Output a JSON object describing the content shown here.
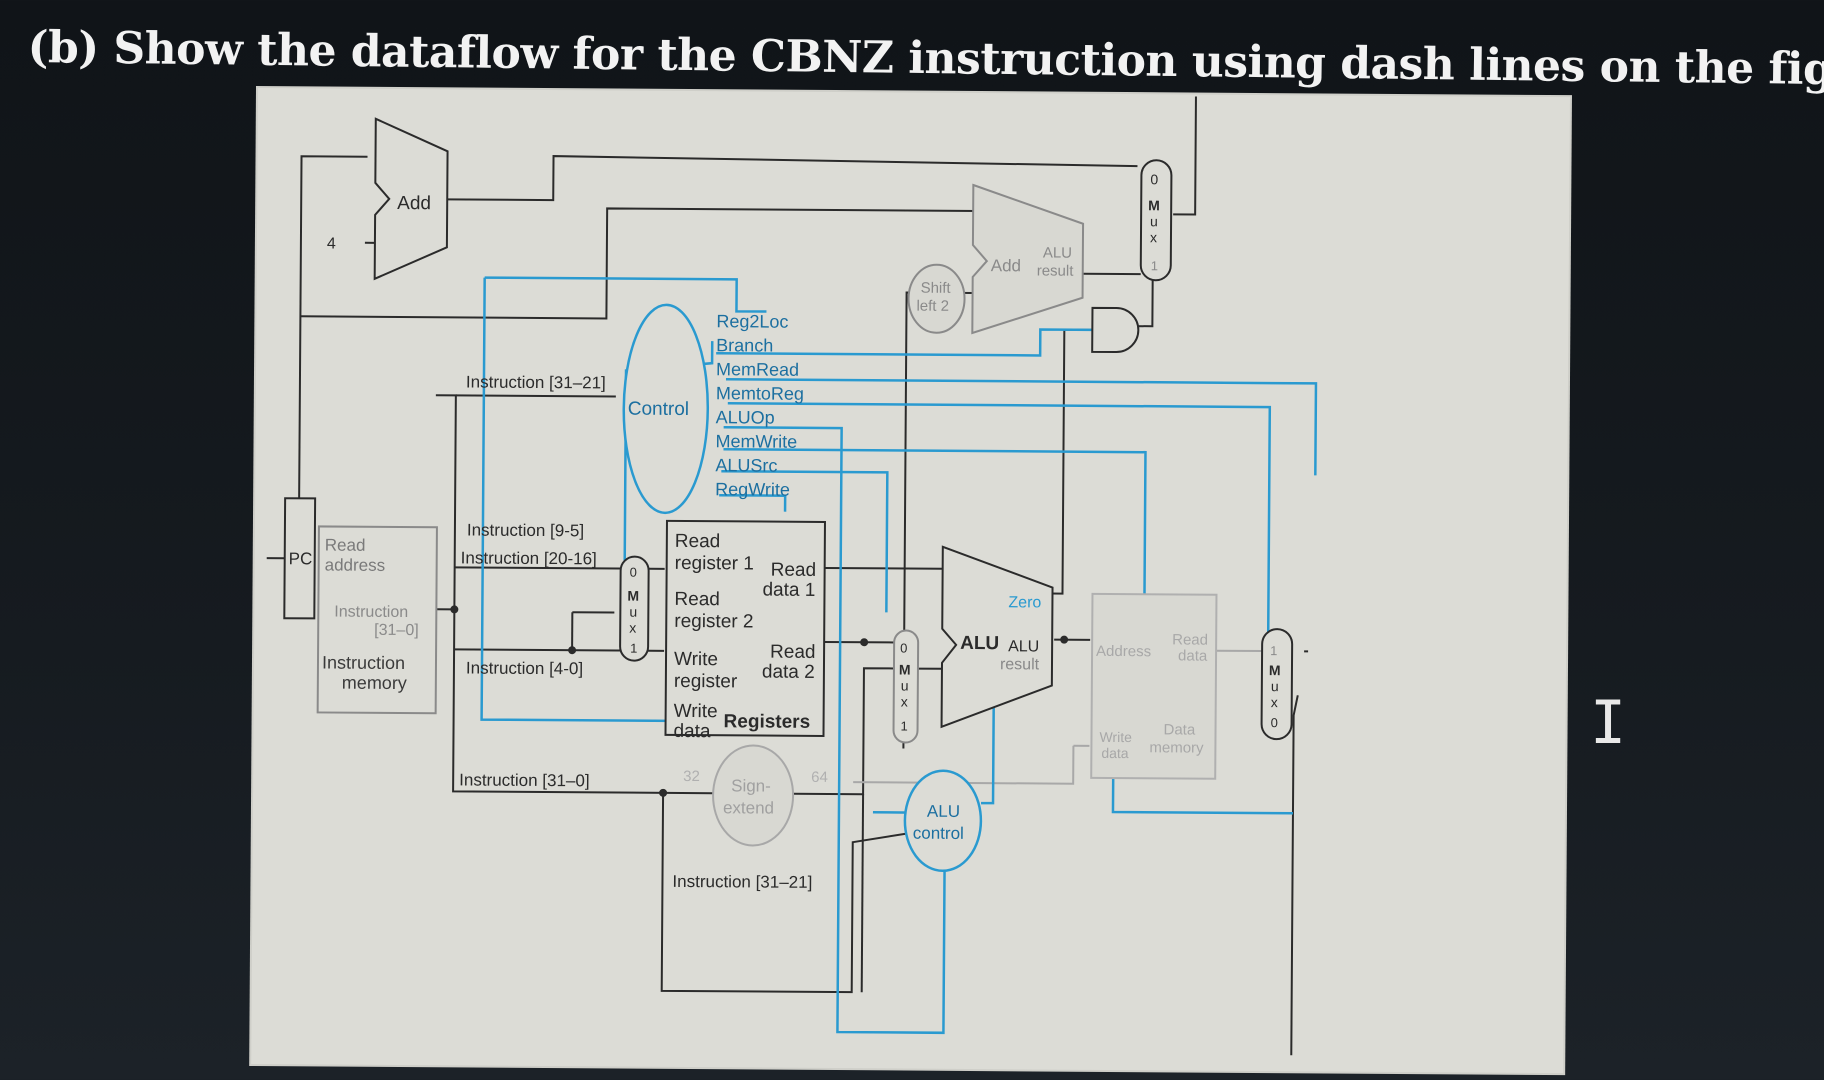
{
  "question": "(b) Show the dataflow for the CBNZ instruction using dash lines on the figure below.",
  "colors": {
    "control": "#2a9ad0",
    "datapath": "#2b2b2b",
    "faded": "#a8a8a8",
    "figure_bg": "#dcdcd6"
  },
  "blocks": {
    "add_top": "Add",
    "four": "4",
    "add_alu": "Add",
    "add_alu_result": "ALU",
    "add_alu_result2": "result",
    "shift_left": "Shift",
    "shift_left2": "left 2",
    "pc": "PC",
    "im_read": "Read",
    "im_address": "address",
    "im_instr": "Instruction",
    "im_instr_bits": "[31–0]",
    "im_title": "Instruction",
    "im_title2": "memory",
    "control": "Control",
    "reg_read1a": "Read",
    "reg_read1b": "register 1",
    "reg_read2a": "Read",
    "reg_read2b": "register 2",
    "reg_write_a": "Write",
    "reg_write_b": "register",
    "reg_wdata_a": "Write",
    "reg_wdata_b": "data",
    "reg_rd1a": "Read",
    "reg_rd1b": "data 1",
    "reg_rd2a": "Read",
    "reg_rd2b": "data 2",
    "registers": "Registers",
    "alu": "ALU",
    "alu_zero": "Zero",
    "alu_result_a": "ALU",
    "alu_result_b": "result",
    "alu_control_a": "ALU",
    "alu_control_b": "control",
    "sign_a": "Sign-",
    "sign_b": "extend",
    "bits32": "32",
    "bits64": "64",
    "dm_address": "Address",
    "dm_read_a": "Read",
    "dm_read_b": "data",
    "dm_write_a": "Write",
    "dm_write_b": "data",
    "dm_title_a": "Data",
    "dm_title_b": "memory",
    "mux_letters": [
      "M",
      "u",
      "x"
    ],
    "zero": "0",
    "one": "1"
  },
  "signals": [
    "Reg2Loc",
    "Branch",
    "MemRead",
    "MemtoReg",
    "ALUOp",
    "MemWrite",
    "ALUSrc",
    "RegWrite"
  ],
  "instruction_fields": {
    "f31_21": "Instruction [31–21]",
    "f9_5": "Instruction [9-5]",
    "f20_16": "Instruction [20-16]",
    "f4_0": "Instruction [4-0]",
    "f31_0": "Instruction [31–0]",
    "f31_21_bottom": "Instruction [31–21]"
  },
  "cursor": "I"
}
